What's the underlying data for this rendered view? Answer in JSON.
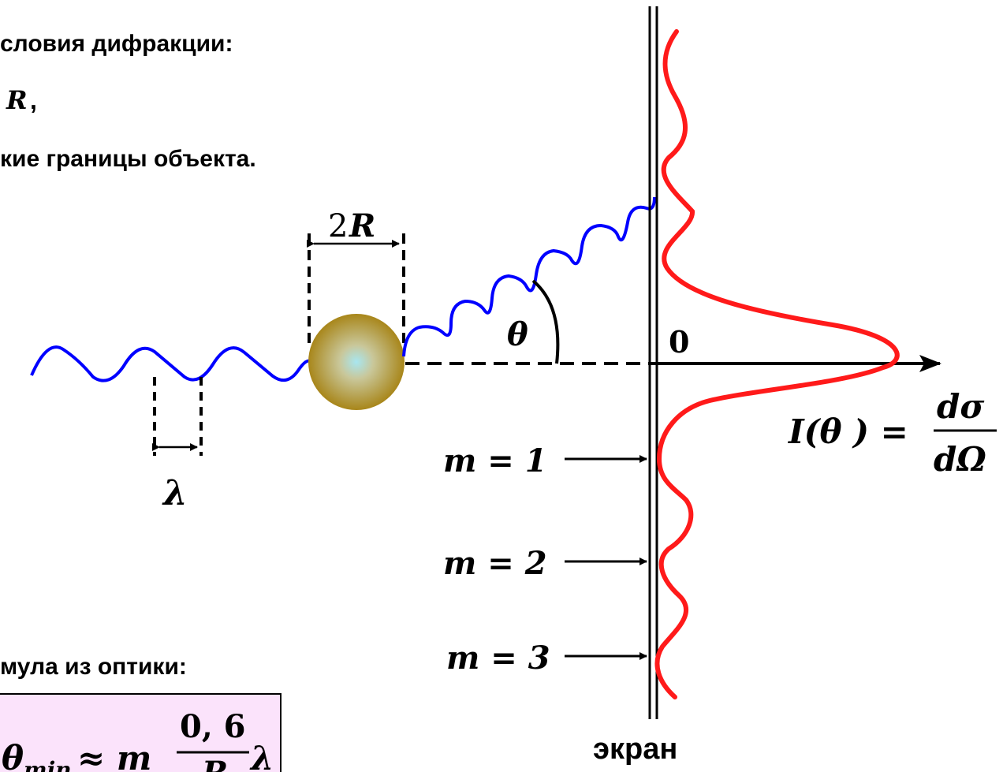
{
  "text_lines": {
    "line1": "словия  дифракции:",
    "line2_var": "R",
    "line2_tail": ",",
    "line3": "кие  границы  объекта."
  },
  "labels": {
    "diameter_coef": "2",
    "diameter_var": "R",
    "wavelength": "λ",
    "angle": "θ",
    "origin": "0",
    "screen": "экран"
  },
  "intensity_formula": {
    "lhs": "I(θ ) =",
    "numerator": "dσ",
    "denominator": "dΩ"
  },
  "minima": [
    {
      "label": "m = 1"
    },
    {
      "label": "m = 2"
    },
    {
      "label": "m = 3"
    }
  ],
  "optics": {
    "heading": "мула  из  оптики:",
    "formula_lhs": "θ",
    "formula_sub": "min",
    "formula_rel": "≈ m",
    "fraction_num": "0, 6",
    "fraction_den": "R",
    "formula_tail": "λ",
    "box_fill": "#fbe3fb"
  },
  "colors": {
    "incident_wave": "#0000ff",
    "scattered_wave": "#0000ff",
    "intensity_curve": "#ff1a1a",
    "sphere_outer": "#a8861a",
    "sphere_center": "#a8e6f0"
  }
}
